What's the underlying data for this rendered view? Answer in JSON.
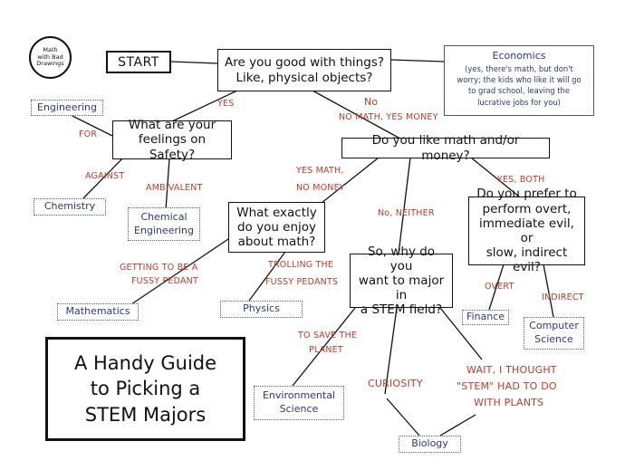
{
  "logo": {
    "line1": "Math",
    "line2": "with Bad",
    "line3": "Drawings"
  },
  "start_label": "START",
  "questions": {
    "things": {
      "line1": "Are you good with things?",
      "line2": "Like, physical objects?"
    },
    "safety": {
      "line1": "What are your",
      "line2": "feelings on Safety?"
    },
    "math_money": {
      "line1": "Do you like math and/or money?"
    },
    "enjoy_math": {
      "line1": "What exactly",
      "line2": "do you enjoy",
      "line3": "about math?"
    },
    "why_stem": {
      "line1": "So, why do you",
      "line2": "want to major in",
      "line3": "a STEM field?"
    },
    "evil": {
      "line1": "Do you prefer to",
      "line2": "perform overt,",
      "line3": "immediate evil, or",
      "line4": "slow, indirect evil?"
    }
  },
  "edge_labels": {
    "yes": "YES",
    "no": "No",
    "no_math_yes_money": "NO MATH, YES MONEY",
    "for": "FOR",
    "against": "AGAINST",
    "ambivalent": "AMBIVALENT",
    "yes_math_no_money_1": "YES MATH,",
    "yes_math_no_money_2": "NO MONEY",
    "no_neither": "No, NEITHER",
    "yes_both": "YES, BOTH",
    "fussy_1": "GETTING TO BE A",
    "fussy_2": "FUSSY PEDANT",
    "trolling_1": "TROLLING THE",
    "trolling_2": "FUSSY PEDANTS",
    "overt": "OVERT",
    "indirect": "INDIRECT",
    "save_planet_1": "TO SAVE THE",
    "save_planet_2": "PLANET",
    "curiosity": "CURIOSITY",
    "plants_1": "WAIT, I THOUGHT",
    "plants_2": "\"STEM\" HAD TO DO",
    "plants_3": "WITH PLANTS"
  },
  "outcomes": {
    "engineering": "Engineering",
    "chemistry": "Chemistry",
    "chem_eng_1": "Chemical",
    "chem_eng_2": "Engineering",
    "mathematics": "Mathematics",
    "physics": "Physics",
    "finance": "Finance",
    "cs_1": "Computer",
    "cs_2": "Science",
    "env_1": "Environmental",
    "env_2": "Science",
    "biology": "Biology",
    "economics_title": "Economics",
    "economics_note_1": "(yes, there's math, but don't",
    "economics_note_2": "worry; the kids who like it will go",
    "economics_note_3": "to grad school, leaving the",
    "economics_note_4": "lucrative jobs for you)"
  },
  "title": {
    "line1": "A Handy Guide",
    "line2": "to Picking a",
    "line3": "STEM Majors"
  },
  "colors": {
    "ink": "#111111",
    "label_red": "#c0392b",
    "outcome_blue": "#2a3a7a"
  }
}
